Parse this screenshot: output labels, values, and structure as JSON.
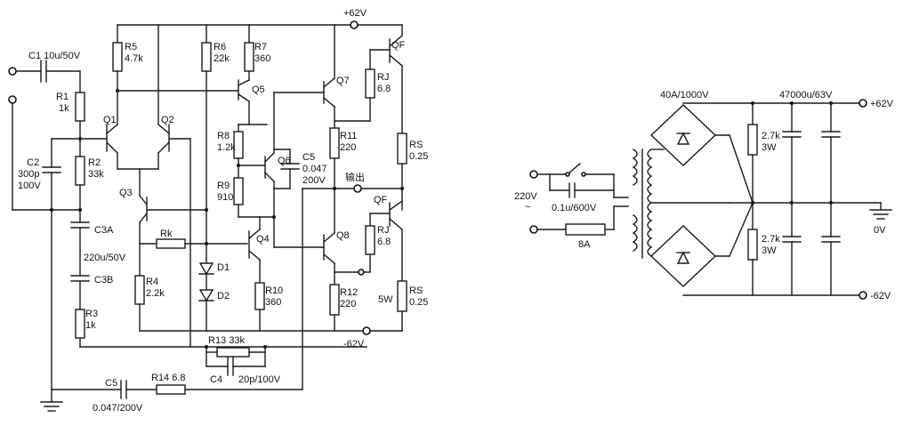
{
  "amp": {
    "supply_pos": "+62V",
    "supply_neg": "-62V",
    "output": "输出",
    "c1": "C1 10u/50V",
    "r1": "R1",
    "r1v": "1k",
    "c2": "C2",
    "c2v": "300p",
    "c2v2": "100V",
    "r2": "R2",
    "r2v": "33k",
    "c3a": "C3A",
    "c3v": "220u/50V",
    "c3b": "C3B",
    "r3": "R3",
    "r3v": "1k",
    "c5b": "C5",
    "c5bv": "0.047/200V",
    "r14": "R14 6.8",
    "r5": "R5",
    "r5v": "4.7k",
    "r6": "R6",
    "r6v": "22k",
    "r7": "R7",
    "r7v": "360",
    "q1": "Q1",
    "q2": "Q2",
    "q3": "Q3",
    "q4": "Q4",
    "q5": "Q5",
    "q6": "Q6",
    "q7": "Q7",
    "q8": "Q8",
    "qf": "QF",
    "r8": "R8",
    "r8v": "1.2k",
    "r9": "R9",
    "r9v": "910",
    "c5": "C5",
    "c5v": "0.047",
    "c5v2": "200V",
    "rk": "Rk",
    "r4": "R4",
    "r4v": "2.2k",
    "d1": "D1",
    "d2": "D2",
    "r10": "R10",
    "r10v": "360",
    "r11": "R11",
    "r11v": "220",
    "r12": "R12",
    "r12v": "220",
    "rj": "RJ",
    "rjv": "6.8",
    "rs": "RS",
    "rsv": "0.25",
    "rs_w": "5W",
    "r13": "R13 33k",
    "c4": "C4",
    "c4v": "20p/100V"
  },
  "psu": {
    "bridge_rating": "40A/1000V",
    "cap_rating": "47000u/63V",
    "out_pos": "+62V",
    "out_gnd": "0V",
    "out_neg": "-62V",
    "mains": "220V",
    "mains_tilde": "~",
    "snubber": "0.1u/600V",
    "fuse": "8A",
    "bleeder_r": "2.7k",
    "bleeder_w": "3W"
  }
}
